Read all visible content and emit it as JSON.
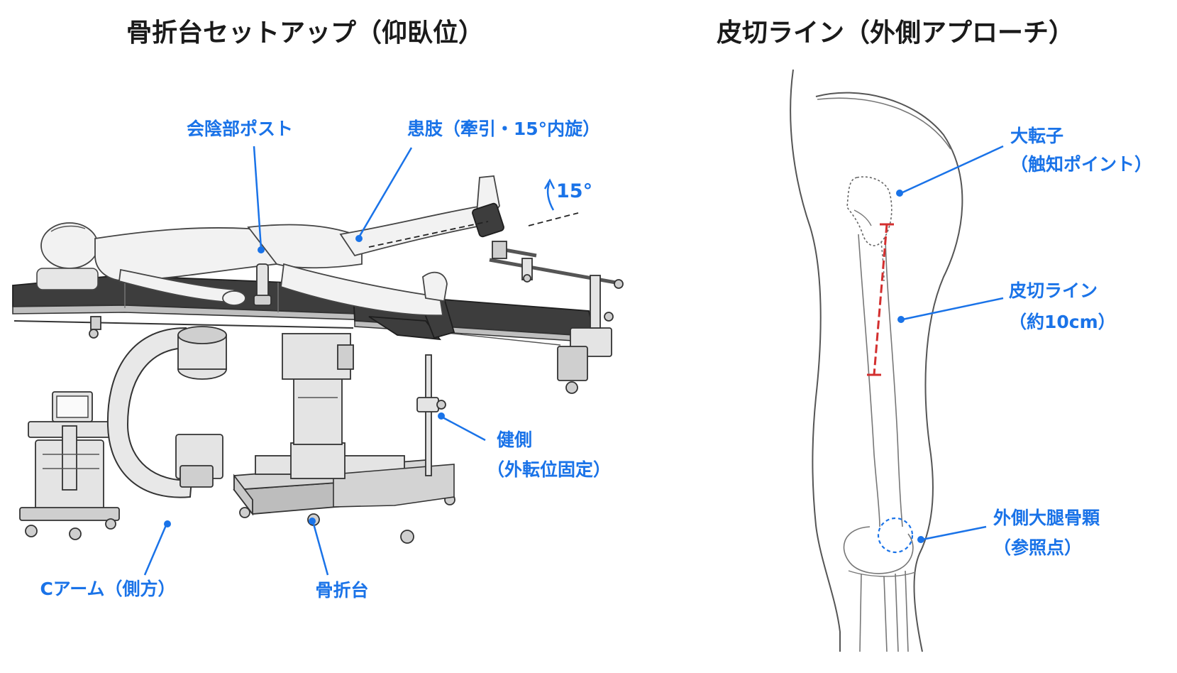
{
  "left_panel": {
    "title": "骨折台セットアップ（仰臥位）",
    "labels": {
      "perineal_post": "会陰部ポスト",
      "affected_limb": "患肢（牽引・15°内旋）",
      "angle": "15°",
      "healthy_side_line1": "健側",
      "healthy_side_line2": "（外転位固定）",
      "c_arm": "Cアーム（側方）",
      "fracture_table": "骨折台"
    }
  },
  "right_panel": {
    "title": "皮切ライン（外側アプローチ）",
    "labels": {
      "greater_trochanter_line1": "大転子",
      "greater_trochanter_line2": "（触知ポイント）",
      "incision_line1": "皮切ライン",
      "incision_line2": "（約10cm）",
      "lateral_condyle_line1": "外側大腿骨顆",
      "lateral_condyle_line2": "（参照点）"
    }
  },
  "colors": {
    "label": "#1a73e8",
    "title": "#1a1a1a",
    "incision": "#d32f2f"
  }
}
